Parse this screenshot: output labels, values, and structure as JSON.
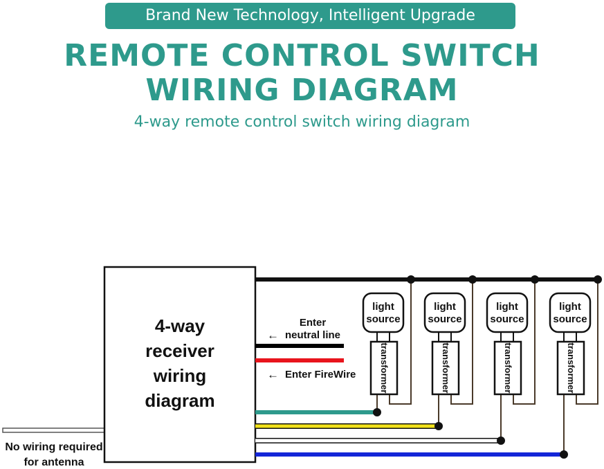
{
  "header": {
    "banner": "Brand New Technology, Intelligent Upgrade",
    "title_line1": "REMOTE CONTROL SWITCH",
    "title_line2": "WIRING DIAGRAM",
    "subtitle": "4-way remote control switch wiring diagram"
  },
  "colors": {
    "accent": "#2e9a8c",
    "wire_neutral": "#000000",
    "wire_fire": "#e8141c",
    "wire_teal": "#2e9a8c",
    "wire_yellow": "#f2e21a",
    "wire_white": "#ffffff",
    "wire_blue": "#1426d8"
  },
  "diagram": {
    "receiver": {
      "line1": "4-way",
      "line2": "receiver",
      "line3": "wiring",
      "line4": "diagram"
    },
    "neutral_label": {
      "line1": "Enter",
      "line2": "neutral line",
      "arrow": "←"
    },
    "fire_label": {
      "text": "Enter FireWire",
      "arrow": "←"
    },
    "antenna_label": {
      "line1": "No wiring required",
      "line2": "for antenna"
    },
    "loads": [
      {
        "light_line1": "light",
        "light_line2": "source",
        "transformer": "transformer",
        "wire": "teal"
      },
      {
        "light_line1": "light",
        "light_line2": "source",
        "transformer": "transformer",
        "wire": "yellow"
      },
      {
        "light_line1": "light",
        "light_line2": "source",
        "transformer": "transformer",
        "wire": "white"
      },
      {
        "light_line1": "light",
        "light_line2": "source",
        "transformer": "transformer",
        "wire": "blue"
      }
    ]
  }
}
